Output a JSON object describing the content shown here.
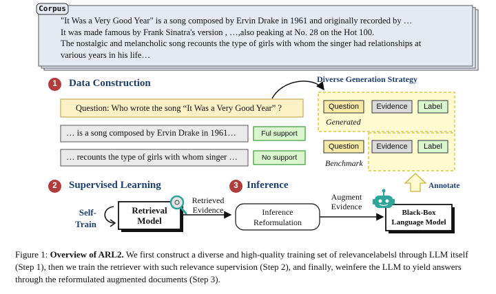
{
  "corpus": {
    "tag": "Corpus",
    "lines": [
      "\"It Was a Very Good Year\" is a song composed by Ervin Drake in 1961 and originally recorded by …",
      "It was made famous by Frank Sinatra's version , …,also peaking at No. 28 on the Hot 100.",
      "The nostalgic and melancholic song recounts the type of girls with whom the singer had relationships at",
      "various years in his life…"
    ]
  },
  "step1": {
    "number": "1",
    "title": "Data Construction",
    "question": "Question: Who wrote the song “It Was a Very Good Year” ?",
    "snippet1": "… is a song composed by Ervin Drake in 1961…",
    "snippet2": "… recounts the type of girls with whom singer …",
    "badge1": "Ful support",
    "badge2": "No support"
  },
  "strategy": {
    "title": "Diverse Generation Strategy",
    "generated_label": "Generated",
    "benchmark_label": "Benchmark",
    "chip_question": "Question",
    "chip_evidence": "Evidence",
    "chip_label": "Label",
    "annotate": "Annotate"
  },
  "step2": {
    "number": "2",
    "title": "Supervised Learning",
    "self_train_1": "Self-",
    "self_train_2": "Train",
    "retrieval_1": "Retrieval",
    "retrieval_2": "Model",
    "retrieved_1": "Retrieved",
    "retrieved_2": "Evidence"
  },
  "step3": {
    "number": "3",
    "title": "Inference",
    "reform_1": "Inference",
    "reform_2": "Reformulation",
    "augment_1": "Augment",
    "augment_2": "Evidence",
    "blackbox_1": "Black-Box",
    "blackbox_2": "Language Model"
  },
  "caption": {
    "prefix": "Figure 1: ",
    "bold": "Overview of ARL2.",
    "text": " We first construct a diverse and high-quality training set of relevancelabelsl through LLM itself (Step 1), then we train the retriever with such relevance supervision (Step 2), and finally, weinfere the LLM to yield answers through the reformulated augmented documents (Step 3)."
  },
  "colors": {
    "corpus_fill": "#e4e9f2",
    "question_fill": "#fcf2c6",
    "question_border": "#c9a85a",
    "snippet_fill": "#eaeaea",
    "badge_fill": "#d9f6cc",
    "badge_border": "#3a9a3a",
    "panel_fill": "#fdfbcf",
    "panel_border": "#d6c844",
    "chip_yellow": "#f7e9a6",
    "chip_gray": "#dcdcdc",
    "chip_green": "#d9f6cc",
    "step_circle": "#b13c3c",
    "step_title": "#1e3f6e",
    "robot": "#2ea59a"
  }
}
